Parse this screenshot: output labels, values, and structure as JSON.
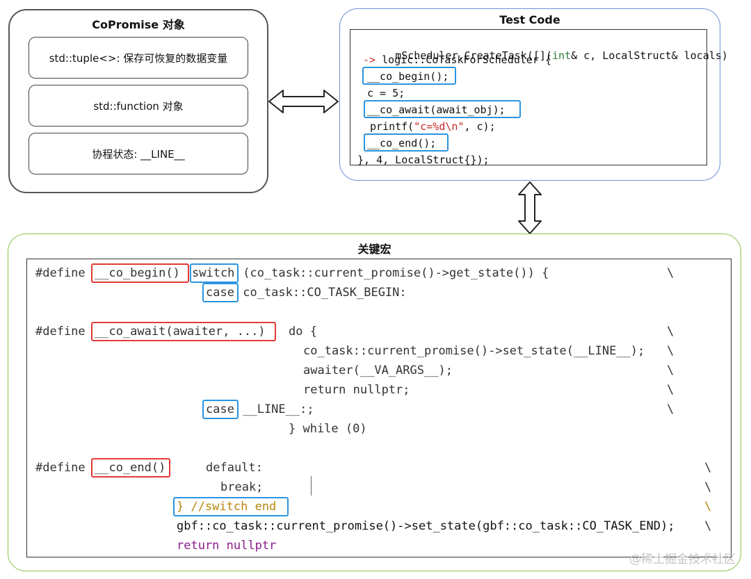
{
  "copromise": {
    "title": "CoPromise 对象",
    "items": [
      "std::tuple<>: 保存可恢复的数据变量",
      "std::function 对象",
      "协程状态: __LINE__"
    ]
  },
  "test_code": {
    "title": "Test Code",
    "line1": "mScheduler.CreateTask([](int& c, LocalStruct& locals)",
    "line1_int": "int",
    "line2_arrow": "->",
    "line2_rest": " logic::CoTaskForScheduler {",
    "line3": "__co_begin();",
    "line4": "c = 5;",
    "line5": "__co_await(await_obj);",
    "line6_pre": "printf(",
    "line6_str": "\"c=%d\\n\"",
    "line6_post": ", c);",
    "line7": "__co_end();",
    "line8": "}, 4, LocalStruct{});"
  },
  "macros": {
    "title": "关键宏",
    "define": "#define",
    "backslash": "\\",
    "begin_name": "__co_begin()",
    "begin_switch": "switch",
    "begin_rest": " (co_task::current_promise()->get_state()) {",
    "begin_case": "case",
    "begin_case_rest": " co_task::CO_TASK_BEGIN:",
    "await_name": "__co_await(awaiter, ...)",
    "await_do": "do {",
    "await_l2": "co_task::current_promise()->set_state(__LINE__);",
    "await_l3": "awaiter(__VA_ARGS__);",
    "await_l4": "return nullptr;",
    "await_case": "case",
    "await_case_rest": " __LINE__:;",
    "await_while": "} while (0)",
    "end_name": "__co_end()",
    "end_default": "default:",
    "end_break": "break;",
    "end_switch_end": "} //switch end",
    "end_set_state": "gbf::co_task::current_promise()->set_state(gbf::co_task::CO_TASK_END);",
    "end_return": "return nullptr"
  },
  "watermark": "@稀土掘金技术社区",
  "colors": {
    "highlight_blue": "#2b94e0",
    "highlight_red": "#e53935",
    "panel_green": "#8bc34a",
    "panel_blue": "#6a8fd8"
  }
}
